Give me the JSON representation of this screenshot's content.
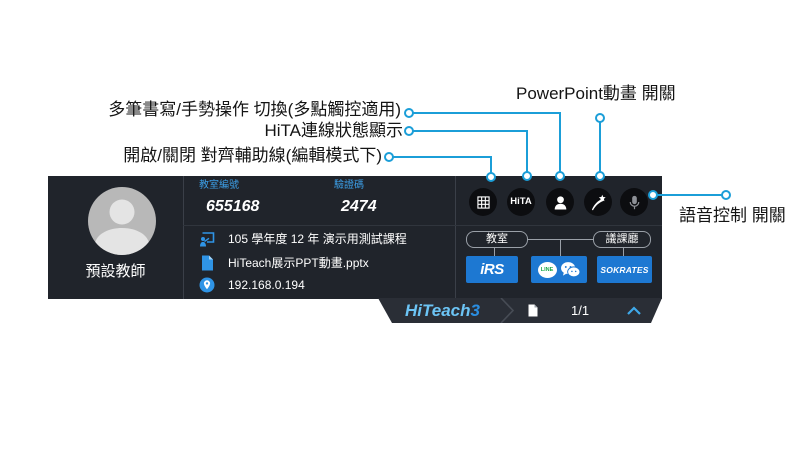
{
  "annotations": {
    "ppt_animation": "PowerPoint動畫 開關",
    "multi_pen": "多筆書寫/手勢操作 切換(多點觸控適用)",
    "hita_status": "HiTA連線狀態顯示",
    "align_guides": "開啟/關閉 對齊輔助線(編輯模式下)",
    "voice_control": "語音控制 開關"
  },
  "teacher": {
    "name": "預設教師"
  },
  "classroom": {
    "code_label": "教室編號",
    "code": "655168",
    "verify_label": "驗證碼",
    "verify_code": "2474"
  },
  "info": {
    "course": "105 學年度 12 年 演示用測試課程",
    "file": "HiTeach展示PPT動畫.pptx",
    "ip": "192.168.0.194"
  },
  "tools": {
    "hita_label": "HiTA"
  },
  "groups": {
    "classroom": "教室",
    "lesson_hall": "議課廳"
  },
  "apps": {
    "irs": "iRS",
    "line": "LINE",
    "sokrates": "SOKRATES"
  },
  "footer": {
    "brand": "HiTeach",
    "brand_version": "3",
    "page": "1/1"
  },
  "icons": {
    "avatar": "user-avatar-icon",
    "course": "course-board-icon",
    "file": "file-icon",
    "ip": "location-pin-icon",
    "align_guides": "grid-icon",
    "multi_pen": "user-gesture-icon",
    "ppt_animation": "pen-star-icon",
    "voice": "microphone-icon",
    "wechat": "wechat-icon",
    "page": "document-icon",
    "collapse": "chevron-up-icon"
  },
  "colors": {
    "panel_bg": "#20242b",
    "footer_bg": "#2a2e36",
    "callout_line": "#1b9ed8",
    "label_blue": "#3c9ee6",
    "app_button": "#1d78d2",
    "tool_button": "#0c0d10",
    "brand_light": "#6cc4f5",
    "brand_dark": "#2a8de0"
  }
}
